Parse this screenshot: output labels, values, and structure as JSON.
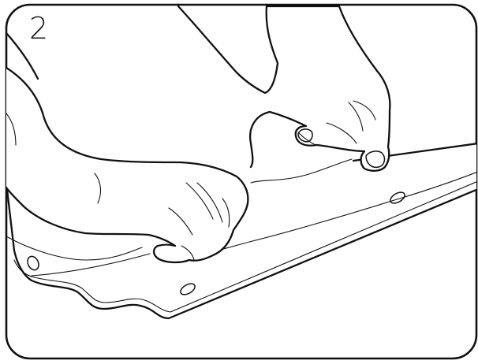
{
  "step": {
    "number": "2"
  },
  "colors": {
    "ink": "#111111",
    "background": "#ffffff"
  },
  "illustration": {
    "subject": "instruction-step",
    "elements": [
      "left-hand",
      "right-hand",
      "perforated-sheet",
      "protective-film",
      "mounting-holes"
    ]
  }
}
